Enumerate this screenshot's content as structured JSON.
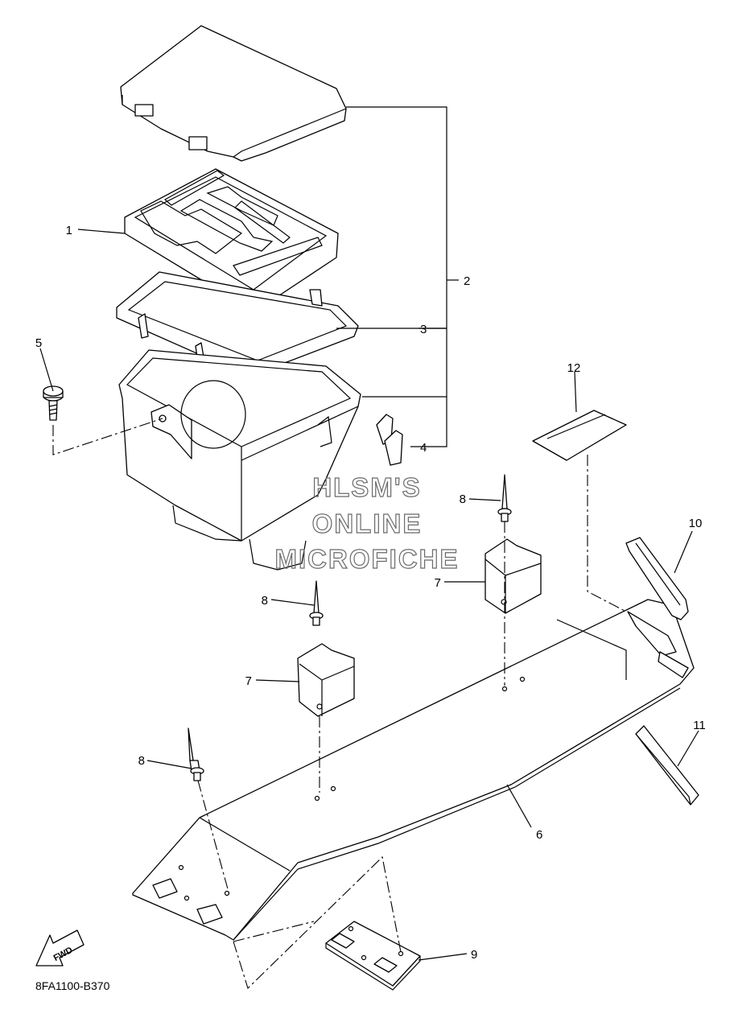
{
  "diagram": {
    "drawing_code": "8FA1100-B370",
    "fwd_label": "FWD",
    "watermark": [
      "HLSM'S",
      "ONLINE",
      "MICROFICHE"
    ],
    "callouts": [
      "1",
      "2",
      "3",
      "4",
      "5",
      "6",
      "7",
      "7",
      "8",
      "8",
      "8",
      "9",
      "10",
      "11",
      "12"
    ]
  }
}
